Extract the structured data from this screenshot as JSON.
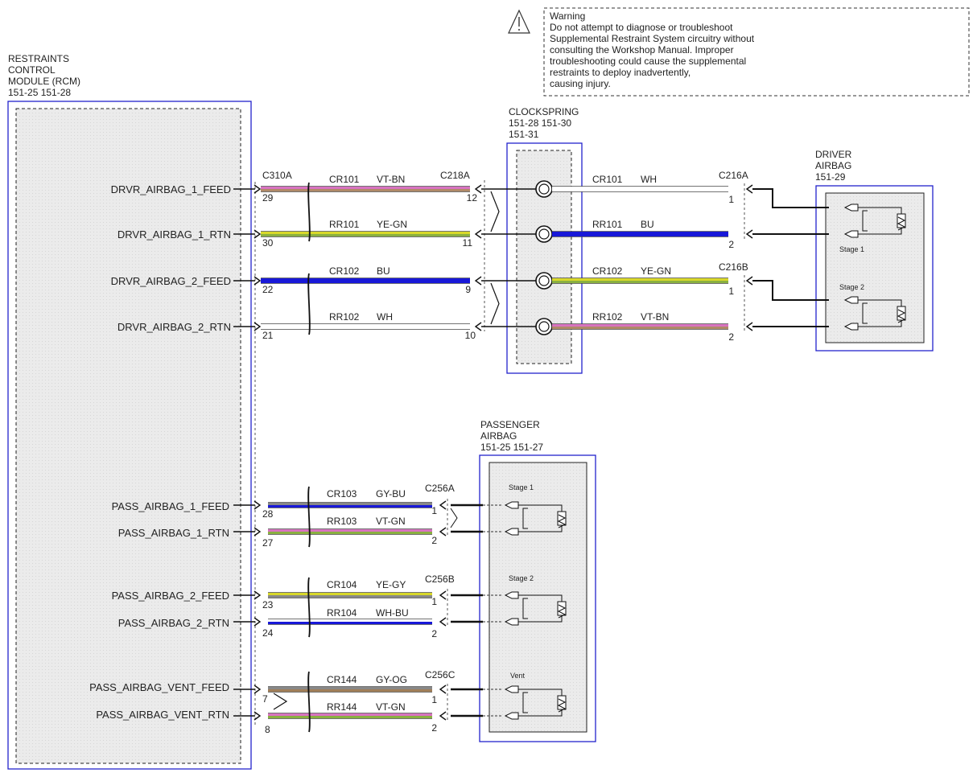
{
  "warning": {
    "lines": [
      "Warning",
      "Do not attempt to diagnose or troubleshoot",
      "Supplemental Restraint System circuitry without",
      "consulting the Workshop Manual. Improper",
      "troubleshooting could cause the supplemental",
      "restraints to deploy inadvertently,",
      "causing injury."
    ]
  },
  "rcm": {
    "title_lines": [
      "RESTRAINTS",
      "CONTROL",
      "MODULE (RCM)",
      "151-25  151-28"
    ]
  },
  "clockspring": {
    "title_lines": [
      "CLOCKSPRING",
      "151-28  151-30",
      "151-31"
    ]
  },
  "driver_airbag": {
    "title_lines": [
      "DRIVER",
      "AIRBAG",
      "151-29"
    ],
    "stage1": "Stage 1",
    "stage2": "Stage 2"
  },
  "passenger_airbag": {
    "title_lines": [
      "PASSENGER",
      "AIRBAG",
      "151-25  151-27"
    ],
    "stage1": "Stage 1",
    "stage2": "Stage 2",
    "vent": "Vent"
  },
  "connectors": {
    "c310a": "C310A",
    "c218a": "C218A",
    "c216a": "C216A",
    "c216b": "C216B",
    "c256a": "C256A",
    "c256b": "C256B",
    "c256c": "C256C"
  },
  "driver_circuits": [
    {
      "signal": "DRVR_AIRBAG_1_FEED",
      "pin_rcm": "29",
      "circuit": "CR101",
      "color": "VT-BN",
      "pin_cs": "12",
      "out_circuit": "CR101",
      "out_color": "WH",
      "pin_airbag": "1"
    },
    {
      "signal": "DRVR_AIRBAG_1_RTN",
      "pin_rcm": "30",
      "circuit": "RR101",
      "color": "YE-GN",
      "pin_cs": "11",
      "out_circuit": "RR101",
      "out_color": "BU",
      "pin_airbag": "2"
    },
    {
      "signal": "DRVR_AIRBAG_2_FEED",
      "pin_rcm": "22",
      "circuit": "CR102",
      "color": "BU",
      "pin_cs": "9",
      "out_circuit": "CR102",
      "out_color": "YE-GN",
      "pin_airbag": "1"
    },
    {
      "signal": "DRVR_AIRBAG_2_RTN",
      "pin_rcm": "21",
      "circuit": "RR102",
      "color": "WH",
      "pin_cs": "10",
      "out_circuit": "RR102",
      "out_color": "VT-BN",
      "pin_airbag": "2"
    }
  ],
  "passenger_circuits": [
    {
      "signal": "PASS_AIRBAG_1_FEED",
      "pin_rcm": "28",
      "circuit": "CR103",
      "color": "GY-BU",
      "pin_airbag": "1"
    },
    {
      "signal": "PASS_AIRBAG_1_RTN",
      "pin_rcm": "27",
      "circuit": "RR103",
      "color": "VT-GN",
      "pin_airbag": "2"
    },
    {
      "signal": "PASS_AIRBAG_2_FEED",
      "pin_rcm": "23",
      "circuit": "CR104",
      "color": "YE-GY",
      "pin_airbag": "1"
    },
    {
      "signal": "PASS_AIRBAG_2_RTN",
      "pin_rcm": "24",
      "circuit": "RR104",
      "color": "WH-BU",
      "pin_airbag": "2"
    },
    {
      "signal": "PASS_AIRBAG_VENT_FEED",
      "pin_rcm": "7",
      "circuit": "CR144",
      "color": "GY-OG",
      "pin_airbag": "1"
    },
    {
      "signal": "PASS_AIRBAG_VENT_RTN",
      "pin_rcm": "8",
      "circuit": "RR144",
      "color": "VT-GN",
      "pin_airbag": "2"
    }
  ],
  "wire_colors": {
    "VT": "#d873c0",
    "BN": "#b08a68",
    "YE": "#d8d82a",
    "GN": "#8ab040",
    "BU": "#1818d8",
    "WH": "#ffffff",
    "GY": "#888888",
    "OG": "#a07e58",
    "outline": "#444444",
    "module_border": "#2222cc"
  }
}
